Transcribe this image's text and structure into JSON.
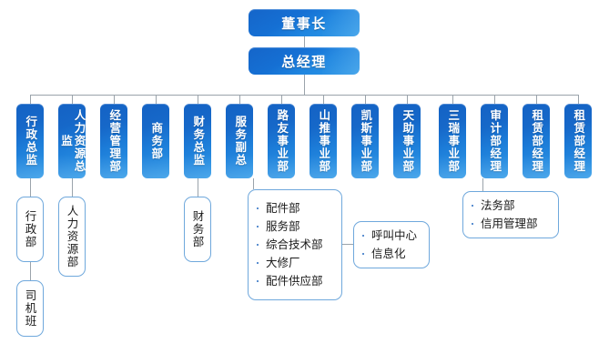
{
  "chart": {
    "title_top": "董事长",
    "title_second": "总经理",
    "theme": {
      "box_blue_dark": "#1462c4",
      "box_blue_light": "#2f9ae8",
      "line_gray": "#9aa3ab",
      "white_box_border": "#6fa8dc",
      "text_white": "#ffffff",
      "text_dark": "#1a1a1a",
      "background": "#ffffff"
    },
    "level1": [
      {
        "label": "董事长"
      },
      {
        "label": "总经理"
      }
    ],
    "departments": [
      {
        "label": "行政总监"
      },
      {
        "label": "人力资源总监"
      },
      {
        "label": "经营管理部"
      },
      {
        "label": "商务部"
      },
      {
        "label": "财务总监"
      },
      {
        "label": "服务副总"
      },
      {
        "label": "路友事业部"
      },
      {
        "label": "山推事业部"
      },
      {
        "label": "凯斯事业部"
      },
      {
        "label": "天助事业部"
      },
      {
        "label": "三瑞事业部"
      },
      {
        "label": "审计部经理"
      },
      {
        "label": "租赁部经理"
      }
    ],
    "department_extra": {
      "label": "租赁部经理"
    },
    "children": {
      "admin": {
        "label": "行政部"
      },
      "driver": {
        "label": "司机班"
      },
      "hr": {
        "label": "人力资源部"
      },
      "finance": {
        "label": "财务部"
      },
      "service_list": {
        "items": [
          "配件部",
          "服务部",
          "综合技术部",
          "大修厂",
          "配件供应部"
        ]
      },
      "callcenter_list": {
        "items": [
          "呼叫中心",
          "信息化"
        ]
      },
      "legal_list": {
        "items": [
          "法务部",
          "信用管理部"
        ]
      }
    }
  }
}
